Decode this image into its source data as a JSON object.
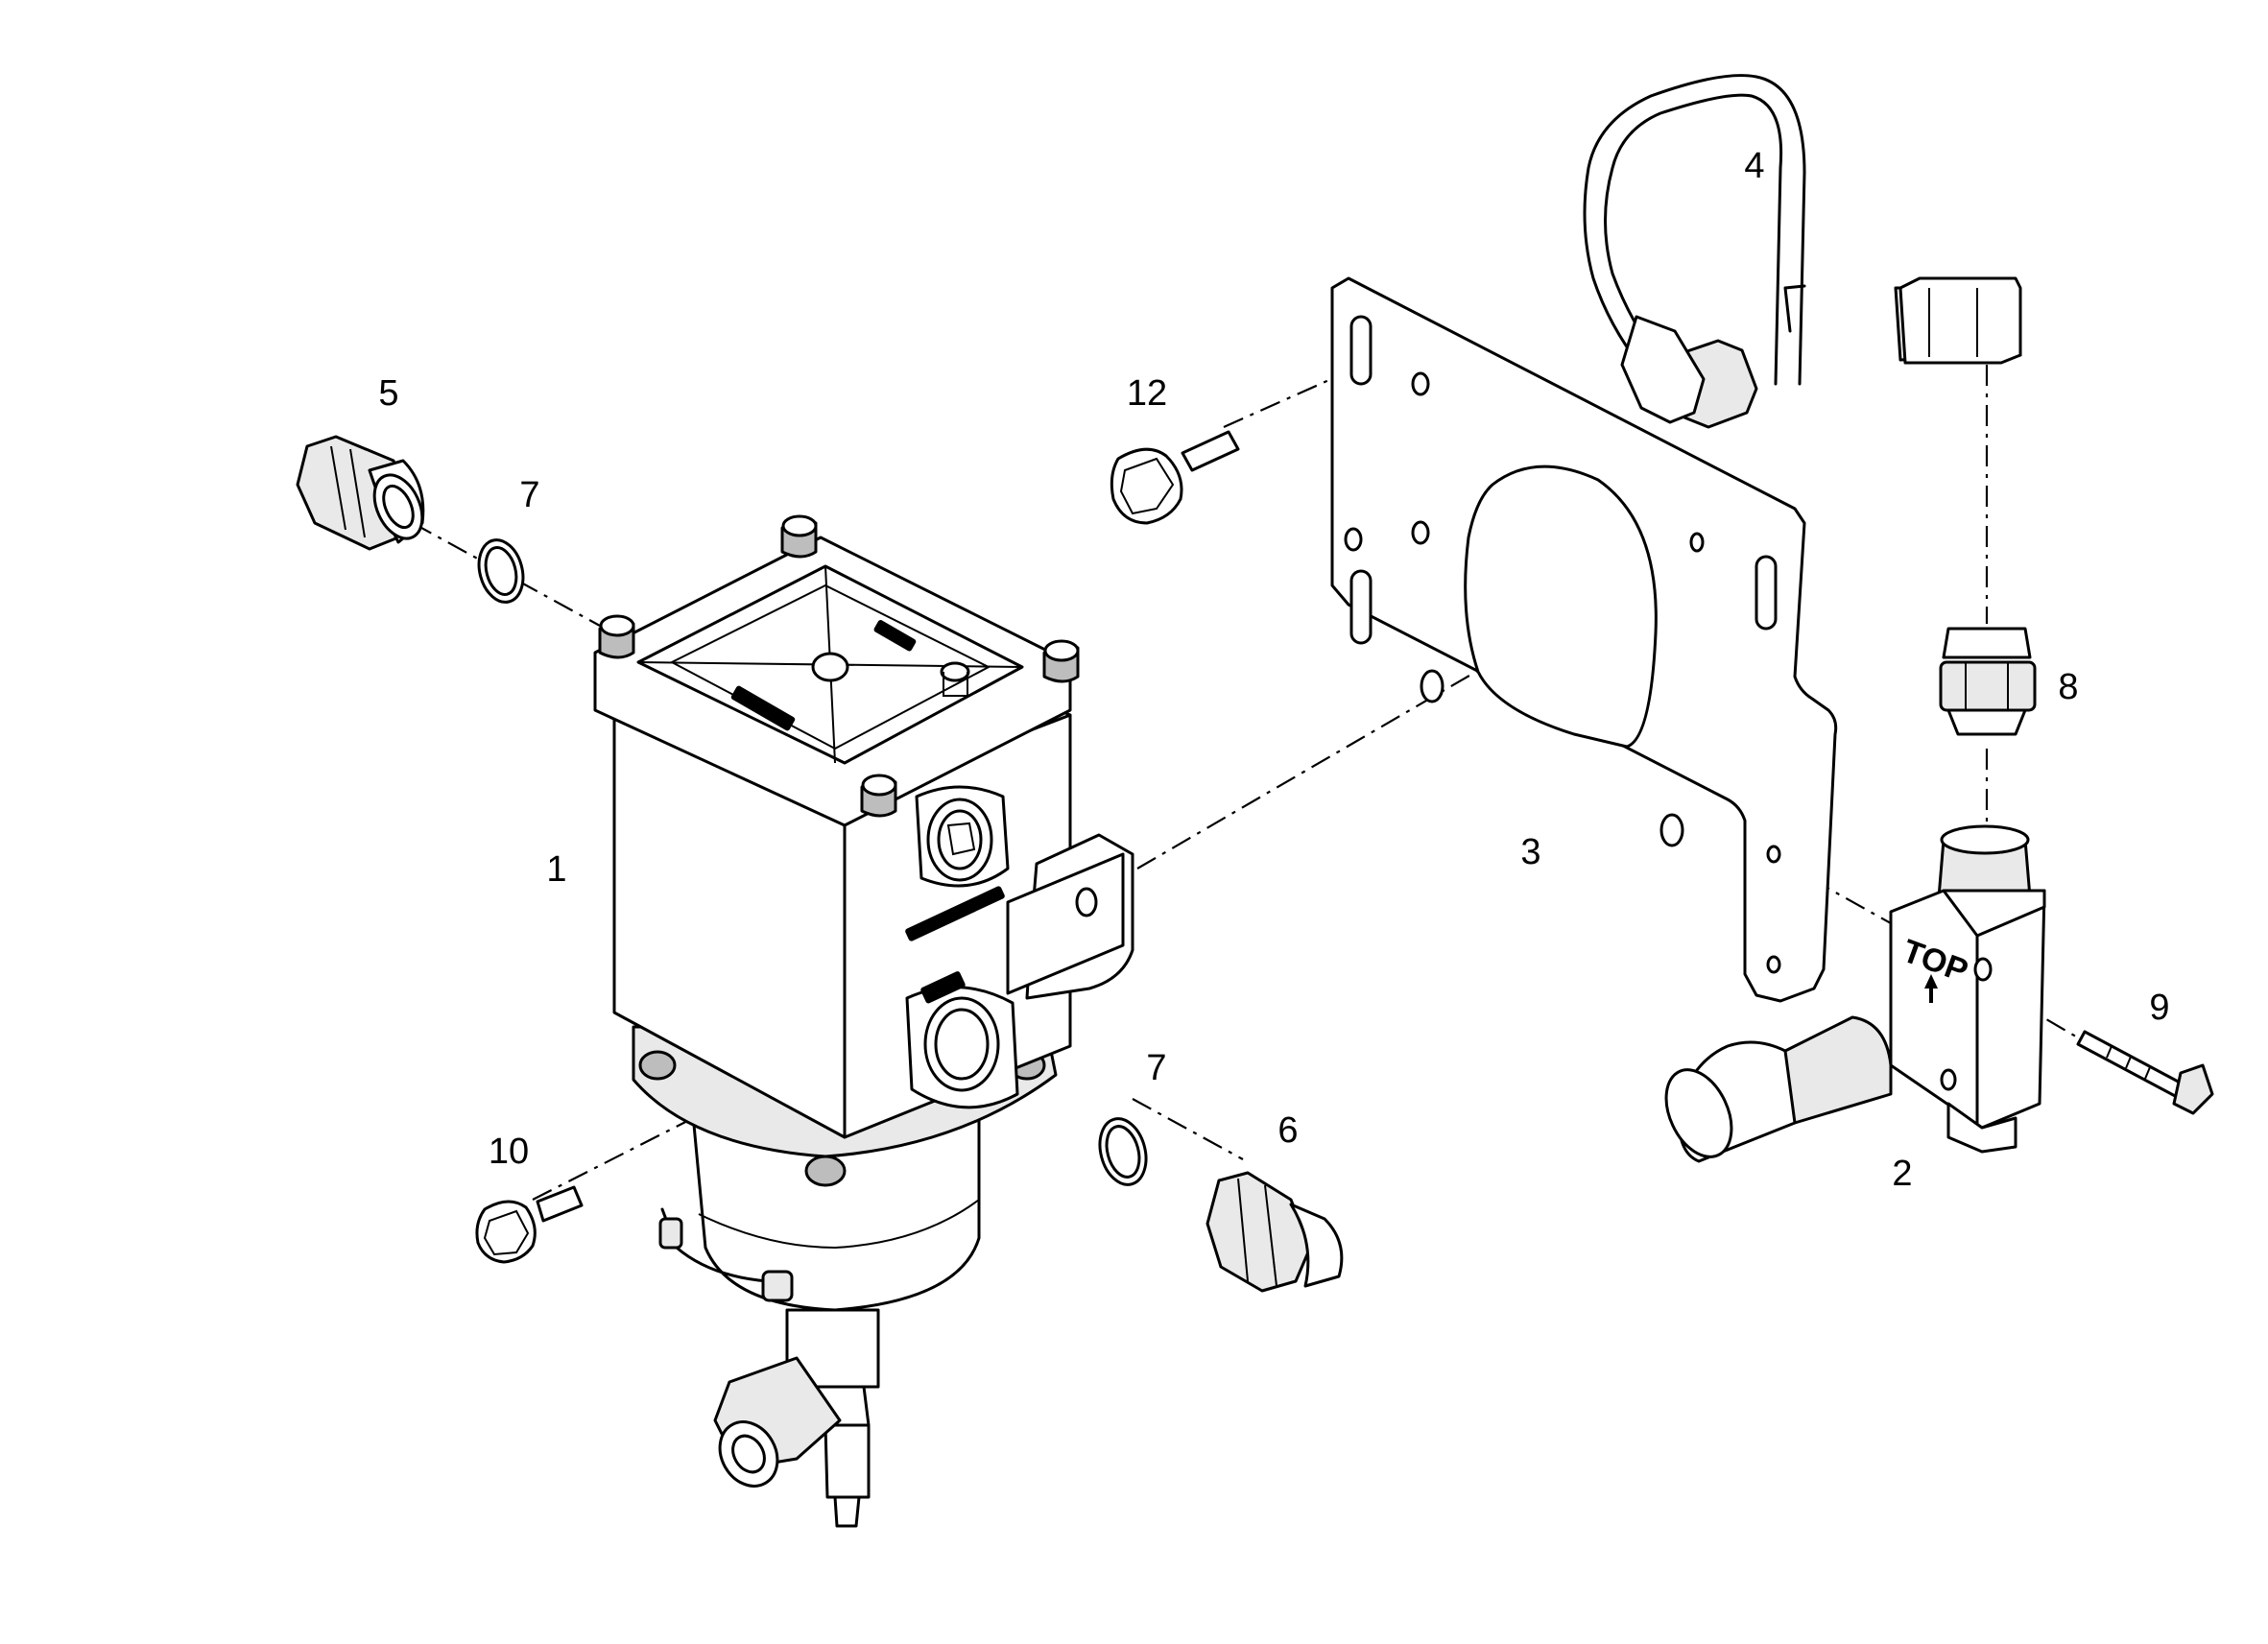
{
  "callouts": {
    "c1": "1",
    "c2": "2",
    "c3": "3",
    "c4": "4",
    "c5": "5",
    "c6": "6",
    "c7a": "7",
    "c7b": "7",
    "c8": "8",
    "c9": "9",
    "c10": "10",
    "c12": "12"
  },
  "part_markings": {
    "valve_top": "TOP"
  },
  "colors": {
    "line": "#000000",
    "background": "#ffffff"
  }
}
